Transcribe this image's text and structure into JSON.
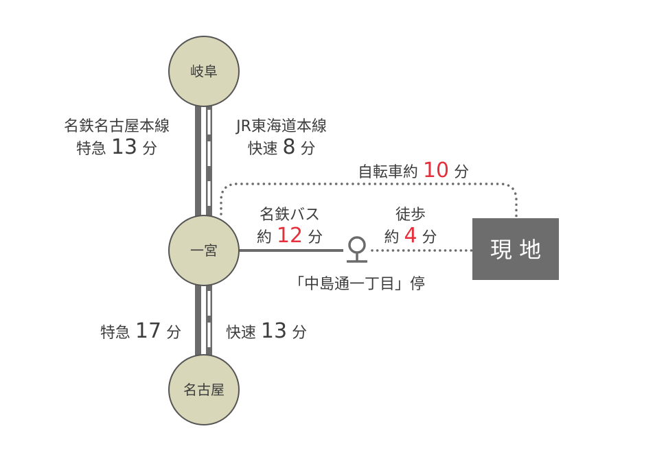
{
  "stations": {
    "gifu": "岐阜",
    "ichinomiya": "一宮",
    "nagoya": "名古屋"
  },
  "routes": {
    "meitetsu_line": "名鉄名古屋本線",
    "meitetsu_upper": {
      "type": "特急",
      "minutes": "13",
      "unit": "分"
    },
    "jr_line": "JR東海道本線",
    "jr_upper": {
      "type": "快速",
      "minutes": "8",
      "unit": "分"
    },
    "meitetsu_lower": {
      "type": "特急",
      "minutes": "17",
      "unit": "分"
    },
    "jr_lower": {
      "type": "快速",
      "minutes": "13",
      "unit": "分"
    },
    "bicycle": {
      "label": "自転車約",
      "minutes": "10",
      "unit": "分"
    },
    "bus": {
      "label": "名鉄バス",
      "prefix": "約",
      "minutes": "12",
      "unit": "分"
    },
    "walk": {
      "label": "徒歩",
      "prefix": "約",
      "minutes": "4",
      "unit": "分"
    }
  },
  "bus_stop": "「中島通一丁目」停",
  "destination": "現 地",
  "colors": {
    "station_fill": "#d9d7b9",
    "line_gray": "#6b6b6b",
    "accent_red": "#e5303c",
    "destination_fill": "#6d6d6d"
  }
}
